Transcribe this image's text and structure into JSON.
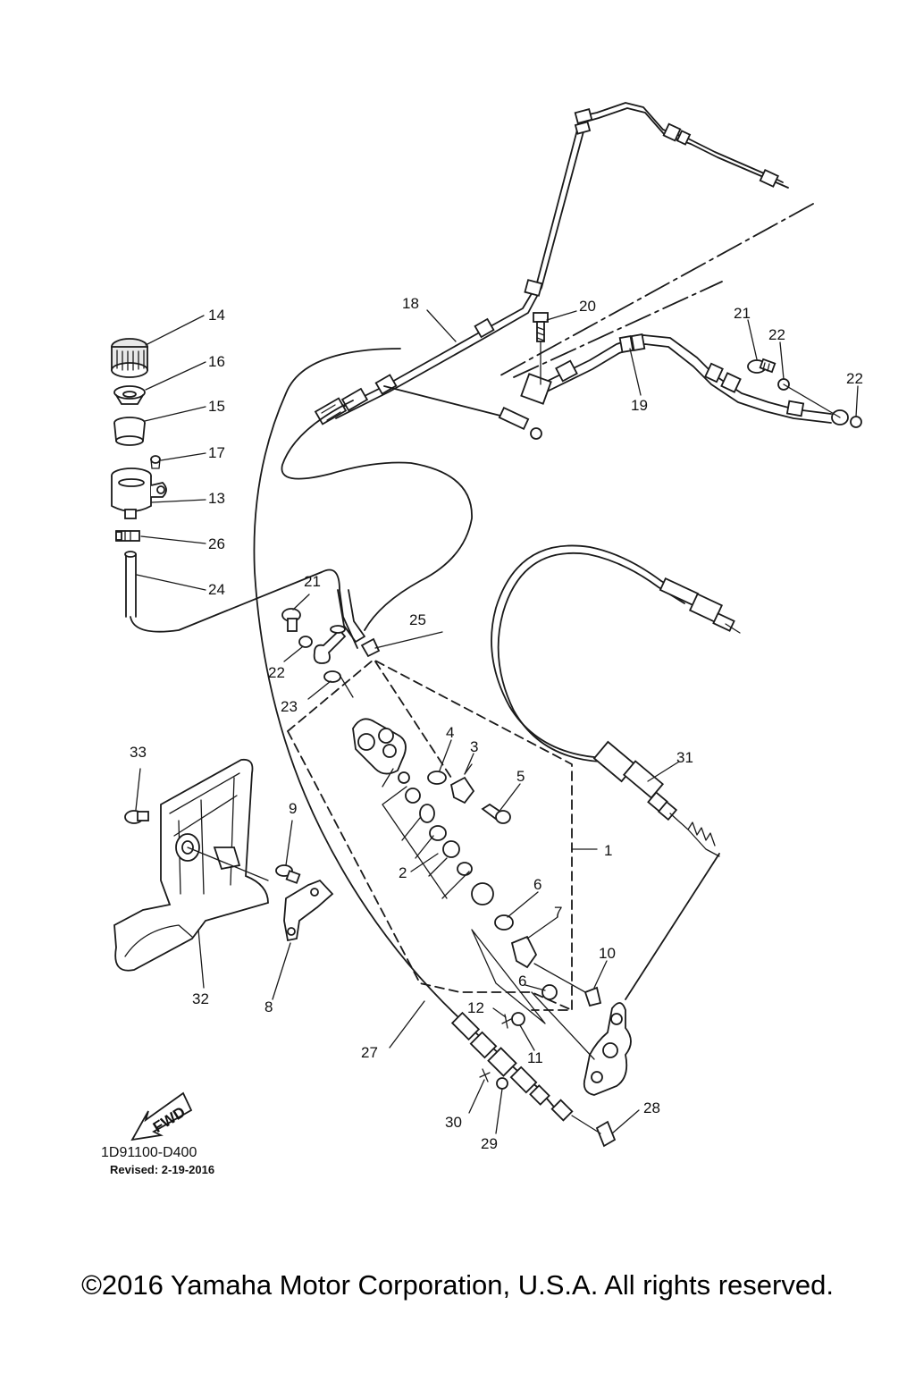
{
  "diagram": {
    "part_numbers": [
      "1",
      "2",
      "3",
      "4",
      "5",
      "6",
      "6",
      "7",
      "8",
      "9",
      "10",
      "11",
      "12",
      "13",
      "14",
      "15",
      "16",
      "17",
      "18",
      "19",
      "20",
      "21",
      "21",
      "22",
      "22",
      "22",
      "23",
      "24",
      "25",
      "26",
      "27",
      "28",
      "29",
      "30",
      "31",
      "32",
      "33"
    ],
    "fwd_label": "FWD",
    "doc_code": "1D91100-D400",
    "revised": "Revised: 2-19-2016"
  },
  "footer": {
    "copyright": "©2016 Yamaha Motor Corporation, U.S.A. All rights reserved."
  }
}
